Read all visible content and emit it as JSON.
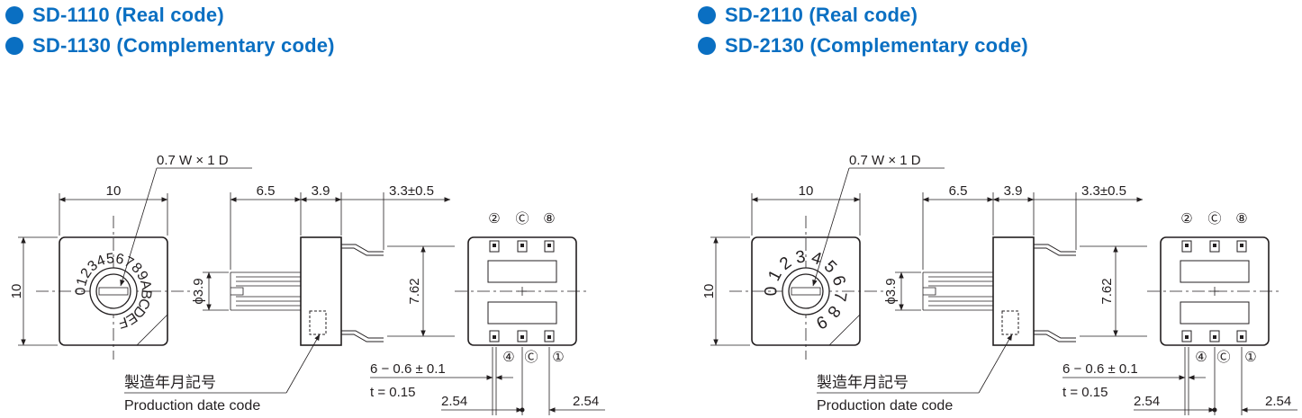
{
  "colors": {
    "accent": "#0a6fc2",
    "ink": "#231f20"
  },
  "headings": [
    {
      "id": "sd1110",
      "text": "SD-1110 (Real code)"
    },
    {
      "id": "sd1130",
      "text": "SD-1130 (Complementary code)"
    },
    {
      "id": "sd2110",
      "text": "SD-2110 (Real code)"
    },
    {
      "id": "sd2130",
      "text": "SD-2130 (Complementary code)"
    }
  ],
  "drawings": [
    {
      "id": "hex",
      "slot_label": "0.7 W × 1 D",
      "dim_width": "10",
      "dim_height": "10",
      "dim_body_length": "6.5",
      "dim_body_depth": "3.9",
      "dim_lead": "3.3±0.5",
      "dim_shaft": "ϕ3.9",
      "dim_pin_span": "7.62",
      "dim_pins": "6 − 0.6 ± 0.1",
      "dim_thickness": "t = 0.15",
      "dim_pitch_left": "2.54",
      "dim_pitch_right": "2.54",
      "date_code_jp": "製造年月記号",
      "date_code_en": "Production date code",
      "pins_top": [
        "②",
        "Ⓒ",
        "⑧"
      ],
      "pins_bottom": [
        "④",
        "Ⓒ",
        "①"
      ],
      "dial_digits": [
        "0",
        "1",
        "2",
        "3",
        "4",
        "5",
        "6",
        "7",
        "8",
        "9",
        "A",
        "B",
        "C",
        "D",
        "E",
        "F"
      ]
    },
    {
      "id": "dec",
      "slot_label": "0.7 W × 1 D",
      "dim_width": "10",
      "dim_height": "10",
      "dim_body_length": "6.5",
      "dim_body_depth": "3.9",
      "dim_lead": "3.3±0.5",
      "dim_shaft": "ϕ3.9",
      "dim_pin_span": "7.62",
      "dim_pins": "6 − 0.6 ± 0.1",
      "dim_thickness": "t = 0.15",
      "dim_pitch_left": "2.54",
      "dim_pitch_right": "2.54",
      "date_code_jp": "製造年月記号",
      "date_code_en": "Production date code",
      "pins_top": [
        "②",
        "Ⓒ",
        "⑧"
      ],
      "pins_bottom": [
        "④",
        "Ⓒ",
        "①"
      ],
      "dial_digits": [
        "0",
        "1",
        "2",
        "3",
        "4",
        "5",
        "6",
        "7",
        "8",
        "9"
      ]
    }
  ]
}
